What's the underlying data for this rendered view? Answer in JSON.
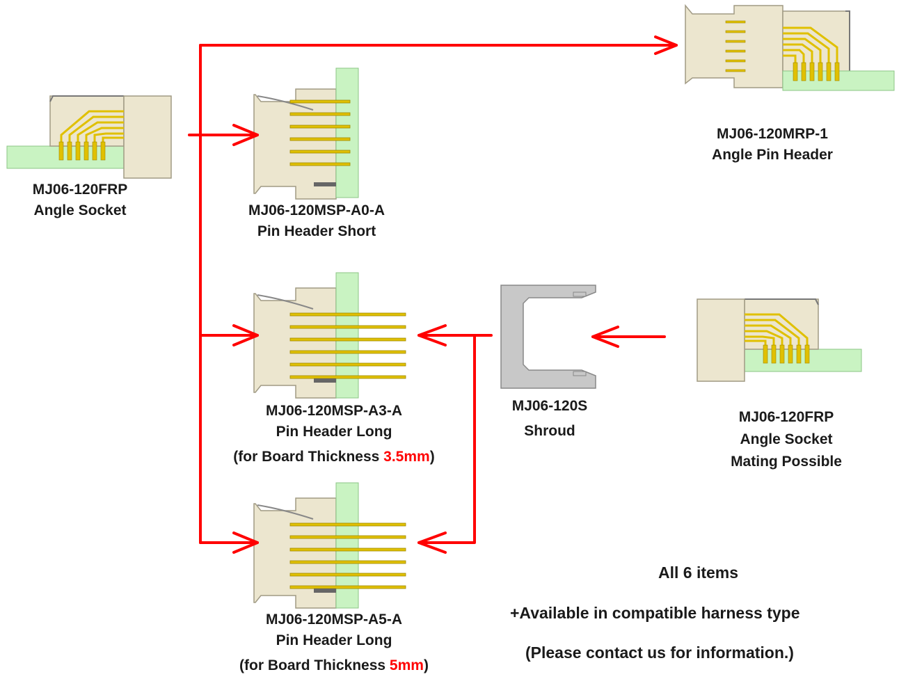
{
  "colors": {
    "arrow": "#ff0000",
    "pcb": "#c9f3c2",
    "housing": "#ece6cf",
    "pin": "#e0c000",
    "shroud": "#c8c8c8"
  },
  "parts": {
    "socket_left": {
      "part_no": "MJ06-120FRP",
      "desc": "Angle Socket"
    },
    "mrp": {
      "part_no": "MJ06-120MRP-1",
      "desc": "Angle Pin Header"
    },
    "msp_a0": {
      "part_no": "MJ06-120MSP-A0-A",
      "desc": "Pin Header Short"
    },
    "msp_a3": {
      "part_no": "MJ06-120MSP-A3-A",
      "desc": "Pin Header Long",
      "note_prefix": "(for Board Thickness ",
      "note_value": "3.5mm",
      "note_suffix": ")"
    },
    "msp_a5": {
      "part_no": "MJ06-120MSP-A5-A",
      "desc": "Pin Header Long",
      "note_prefix": "(for Board Thickness ",
      "note_value": "5mm",
      "note_suffix": ")"
    },
    "shroud": {
      "part_no": "MJ06-120S",
      "desc": "Shroud"
    },
    "socket_right": {
      "part_no": "MJ06-120FRP",
      "desc": "Angle Socket",
      "note": "Mating Possible"
    }
  },
  "notes": {
    "line1": "All 6 items",
    "line2": "+Available in compatible harness type",
    "line3": "(Please contact us for information.)"
  }
}
